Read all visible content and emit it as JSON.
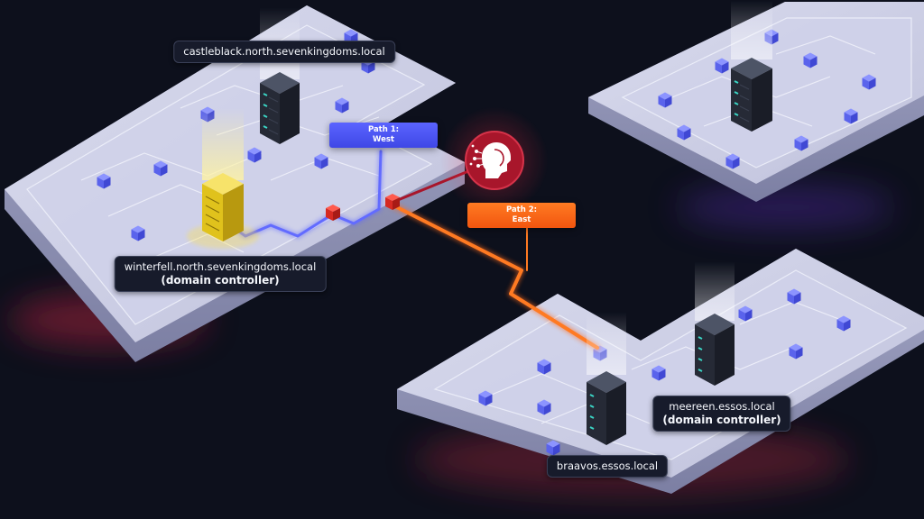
{
  "hosts": {
    "castleblack": {
      "name": "castleblack.north.sevenkingdoms.local"
    },
    "winterfell": {
      "name": "winterfell.north.sevenkingdoms.local",
      "role": "(domain controller)"
    },
    "meereen": {
      "name": "meereen.essos.local",
      "role": "(domain controller)"
    },
    "braavos": {
      "name": "braavos.essos.local"
    }
  },
  "paths": {
    "west": {
      "line1": "Path 1:",
      "line2": "West",
      "color": "#5b64ff"
    },
    "east": {
      "line1": "Path 2:",
      "line2": "East",
      "color": "#ff6a1a"
    }
  },
  "colors": {
    "background": "#0d101c",
    "platform": "#c9cbe2",
    "node": "#5c66f2",
    "attacker": "#a8162b",
    "pivot": "#e0332b",
    "highlighted_server": "#e3c51e"
  },
  "icons": {
    "attacker": "attacker-robot-head-icon",
    "server": "server-rack-icon",
    "node": "network-node-icon"
  }
}
